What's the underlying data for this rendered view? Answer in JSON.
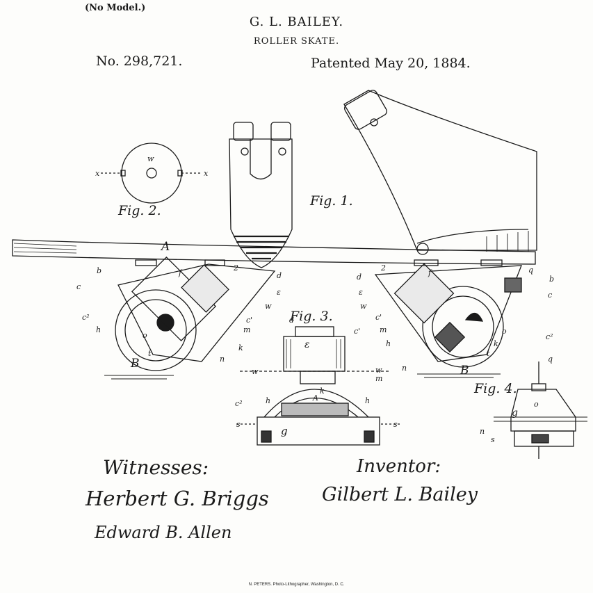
{
  "header": {
    "no_model": "(No Model.)",
    "inventor": "G. L. BAILEY.",
    "title": "ROLLER SKATE.",
    "patent_no": "No. 298,721.",
    "patent_date": "Patented May 20, 1884."
  },
  "figures": {
    "fig1": "Fig. 1.",
    "fig2": "Fig. 2.",
    "fig3": "Fig. 3.",
    "fig4": "Fig. 4."
  },
  "signatures": {
    "witnesses_label": "Witnesses:",
    "witness_1": "Herbert G. Briggs",
    "witness_2": "Edward B. Allen",
    "inventor_label": "Inventor:",
    "inventor_signature": "Gilbert L. Bailey"
  },
  "footer": "N. PETERS. Photo-Lithographer, Washington, D. C.",
  "letters": {
    "A": "A",
    "B": "B",
    "b": "b",
    "c": "c",
    "c2": "c²",
    "c1": "c'",
    "d": "d",
    "e": "ε",
    "f": "f",
    "h": "h",
    "k": "k",
    "m": "m",
    "n": "n",
    "o": "o",
    "s": "s",
    "t": "t",
    "w": "ᴡ",
    "x": "x",
    "two": "2",
    "q": "q",
    "g": "g"
  }
}
